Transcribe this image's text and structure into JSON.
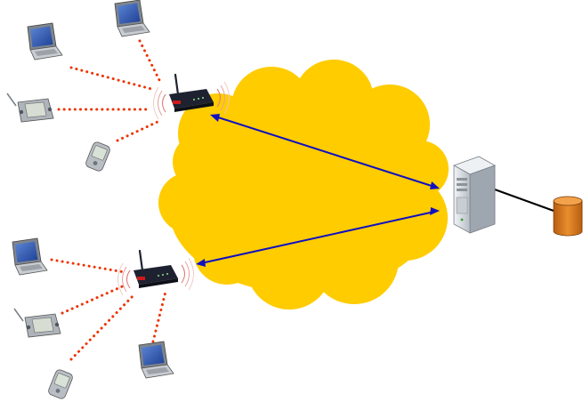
{
  "colors": {
    "cloud": "#FFCC00",
    "wireless_link": "#EE3300",
    "wan_link": "#1010C0",
    "server_link": "#000000",
    "database": "#DD7A1E",
    "router": "#1E2230",
    "laptop_screen": "#2A56B8",
    "server": "#D9DEE4"
  },
  "icons": {
    "network_cloud": "cloud-icon",
    "router": "wireless-router-icon",
    "laptop": "laptop-icon",
    "pda": "pda-icon",
    "server": "server-icon",
    "database": "database-cylinder-icon"
  },
  "nodes": {
    "upper_site": {
      "router": "wireless-router",
      "clients": [
        "laptop",
        "laptop",
        "pda",
        "pda"
      ]
    },
    "lower_site": {
      "router": "wireless-router",
      "clients": [
        "laptop",
        "pda",
        "pda",
        "laptop"
      ]
    },
    "server": "server",
    "database": "database"
  }
}
